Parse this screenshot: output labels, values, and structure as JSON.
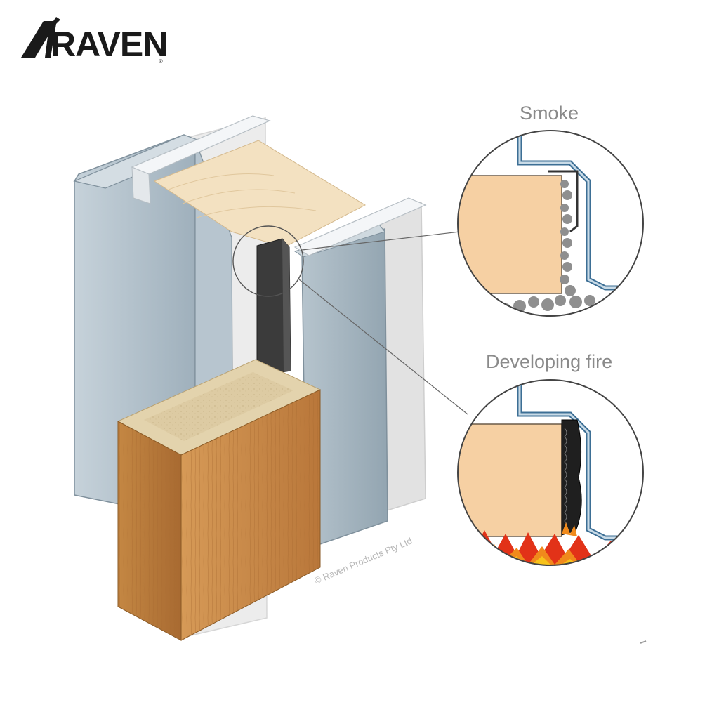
{
  "brand": {
    "name": "RAVEN",
    "registered": "®"
  },
  "callouts": {
    "smoke": "Smoke",
    "fire": "Developing fire"
  },
  "copyright": "© Raven Products Pty Ltd",
  "colors": {
    "frame_steel": "#a9b8c2",
    "frame_steel_dark": "#8fa1ad",
    "seal_dark": "#3a3a3a",
    "door_oak": "#c98a48",
    "door_core": "#d9c9a4",
    "door_edge_light": "#f5d3a6",
    "smoke": "#9a9a9a",
    "flame_red": "#e23218",
    "flame_yellow": "#f7c21a"
  }
}
